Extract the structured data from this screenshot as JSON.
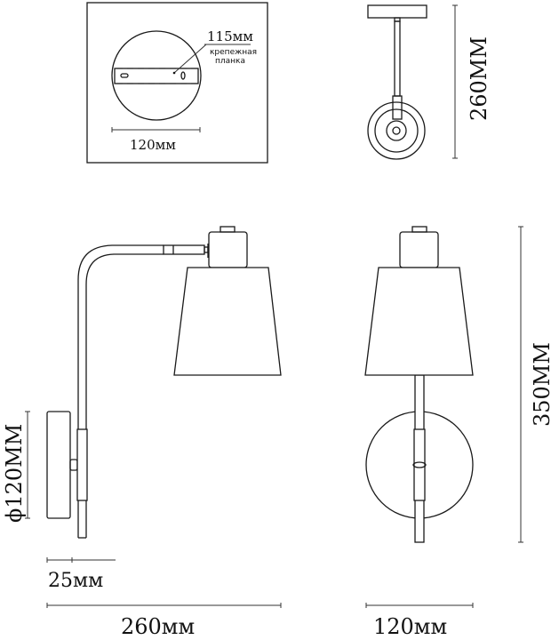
{
  "mount_plate_view": {
    "bracket_length": "115мм",
    "bracket_caption_line1": "крепежная",
    "bracket_caption_line2": "планка",
    "plate_width": "120мм"
  },
  "top_view": {
    "height": "260MM"
  },
  "side_view": {
    "plate_diameter": "ϕ120MM",
    "plate_depth": "25мм",
    "total_width": "260мм"
  },
  "front_view": {
    "total_height": "350MM",
    "plate_width": "120мм"
  },
  "colors": {
    "line": "#1a1a1a",
    "background": "#ffffff"
  }
}
